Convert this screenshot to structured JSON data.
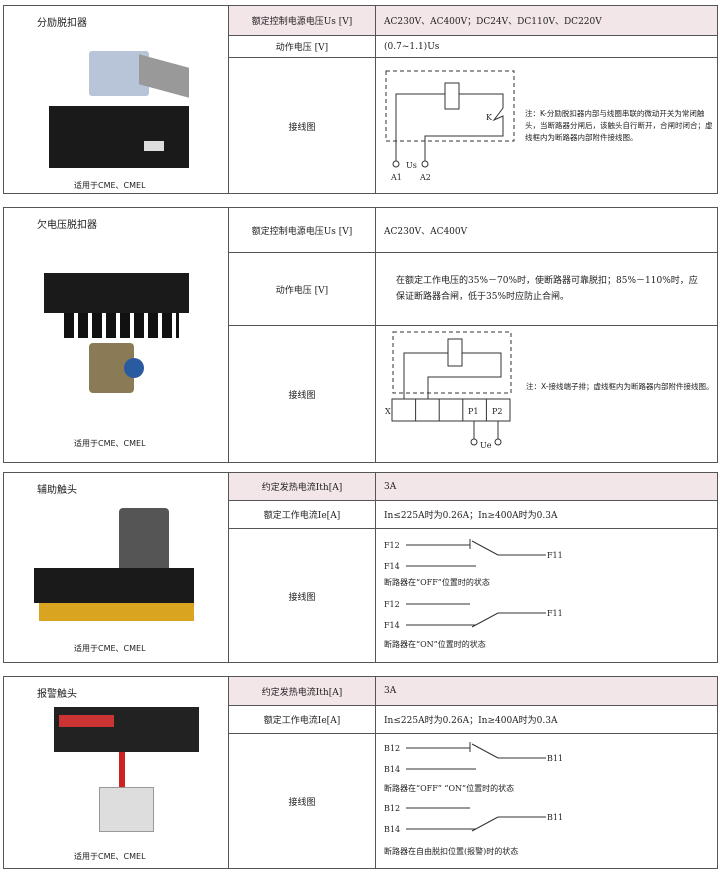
{
  "sections": [
    {
      "title": "分励脱扣器",
      "caption": "适用于CME、CMEL",
      "rows": [
        {
          "label": "额定控制电源电压Us [V]",
          "value": "AC230V、AC400V；DC24V、DC110V、DC220V"
        },
        {
          "label": "动作电压 [V]",
          "value": "(0.7~1.1)Us"
        },
        {
          "label": "接线图"
        }
      ],
      "diagram": {
        "k": "K",
        "us": "Us",
        "a1": "A1",
        "a2": "A2"
      },
      "note": "注：K-分励脱扣器内部与线圈串联的微动开关为常闭触头，当断路器分闸后，该触头自行断开，合闸时闭合；虚线框内为断路器内部附件接线图。"
    },
    {
      "title": "欠电压脱扣器",
      "caption": "适用于CME、CMEL",
      "rows": [
        {
          "label": "额定控制电源电压Us [V]",
          "value": "AC230V、AC400V"
        },
        {
          "label": "动作电压      [V]",
          "value": "在额定工作电压的35%－70%时，使断路器可靠脱扣；85%－110%时，应保证断路器合闸，低于35%时应防止合闸。"
        },
        {
          "label": "接线图"
        }
      ],
      "diagram": {
        "x": "X",
        "p1": "P1",
        "p2": "P2",
        "ue": "Ue"
      },
      "note": "注：X-接线端子排；虚线框内为断路器内部附件接线图。"
    },
    {
      "title": "辅助触头",
      "caption": "适用于CME、CMEL",
      "rows": [
        {
          "label": "约定发热电流Ith[A]",
          "value": "3A"
        },
        {
          "label": "额定工作电流Ie[A]",
          "value": "In≤225A时为0.26A；In≥400A时为0.3A"
        },
        {
          "label": "接线图"
        }
      ],
      "diagram": {
        "t1": "F12",
        "t2": "F14",
        "t3": "F11",
        "state1": "断路器在“OFF”位置时的状态",
        "state2": "断路器在“ON”位置时的状态"
      }
    },
    {
      "title": "报警触头",
      "caption": "适用于CME、CMEL",
      "rows": [
        {
          "label": "约定发热电流Ith[A]",
          "value": "3A"
        },
        {
          "label": "额定工作电流Ie[A]",
          "value": "In≤225A时为0.26A；In≥400A时为0.3A"
        },
        {
          "label": "接线图"
        }
      ],
      "diagram": {
        "t1": "B12",
        "t2": "B14",
        "t3": "B11",
        "state1": "断路器在“OFF” “ON”位置时的状态",
        "state2": "断路器在自由脱扣位置(报警)时的状态"
      }
    }
  ]
}
